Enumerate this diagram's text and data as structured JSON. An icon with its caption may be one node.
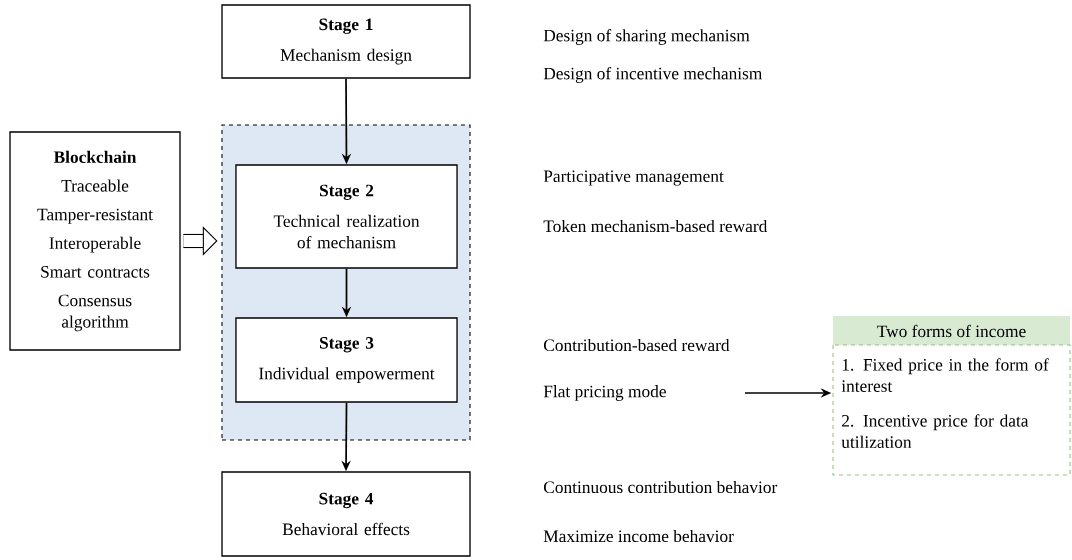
{
  "diagram": {
    "nodes": [
      {
        "text": [
          "Stage 1",
          "Mechanism design"
        ],
        "beside": [
          "Design of sharing mechanism",
          "Design of incentive mechanism"
        ]
      },
      {
        "text": [],
        "shape": "box"
      },
      {
        "text": [
          "Stage 2",
          "Technical realization of mechanism"
        ],
        "in": 1,
        "beside": [
          "Participative management",
          "Token mechanism-based reward"
        ]
      },
      {
        "text": [
          "Stage 3",
          "Individual empowerment"
        ],
        "in": 1,
        "beside": [
          "Contribution-based reward",
          "Flat pricing mode"
        ]
      },
      {
        "text": [
          "Stage 4",
          "Behavioral effects"
        ],
        "beside": [
          "Continuous contribution behavior",
          "Maximize income behavior"
        ]
      },
      {
        "text": [
          "Blockchain",
          "Traceable",
          "Tamper-resistant",
          "Interoperable",
          "Smart contracts",
          "Consensus algorithm"
        ]
      },
      {
        "text": [
          "Two forms of income",
          "1. Fixed price in the form of interest",
          "2. Incentive price for data utilization"
        ]
      }
    ],
    "edges": [
      {
        "from": 0,
        "to": 2,
        "arrow": "to"
      },
      {
        "from": 2,
        "to": 3,
        "arrow": "to"
      },
      {
        "from": 3,
        "to": 4,
        "arrow": "to"
      },
      {
        "from": 5,
        "to": 1,
        "arrow": "to",
        "style": "thick"
      },
      {
        "from": null,
        "to": 6,
        "arrow": "to"
      }
    ]
  }
}
